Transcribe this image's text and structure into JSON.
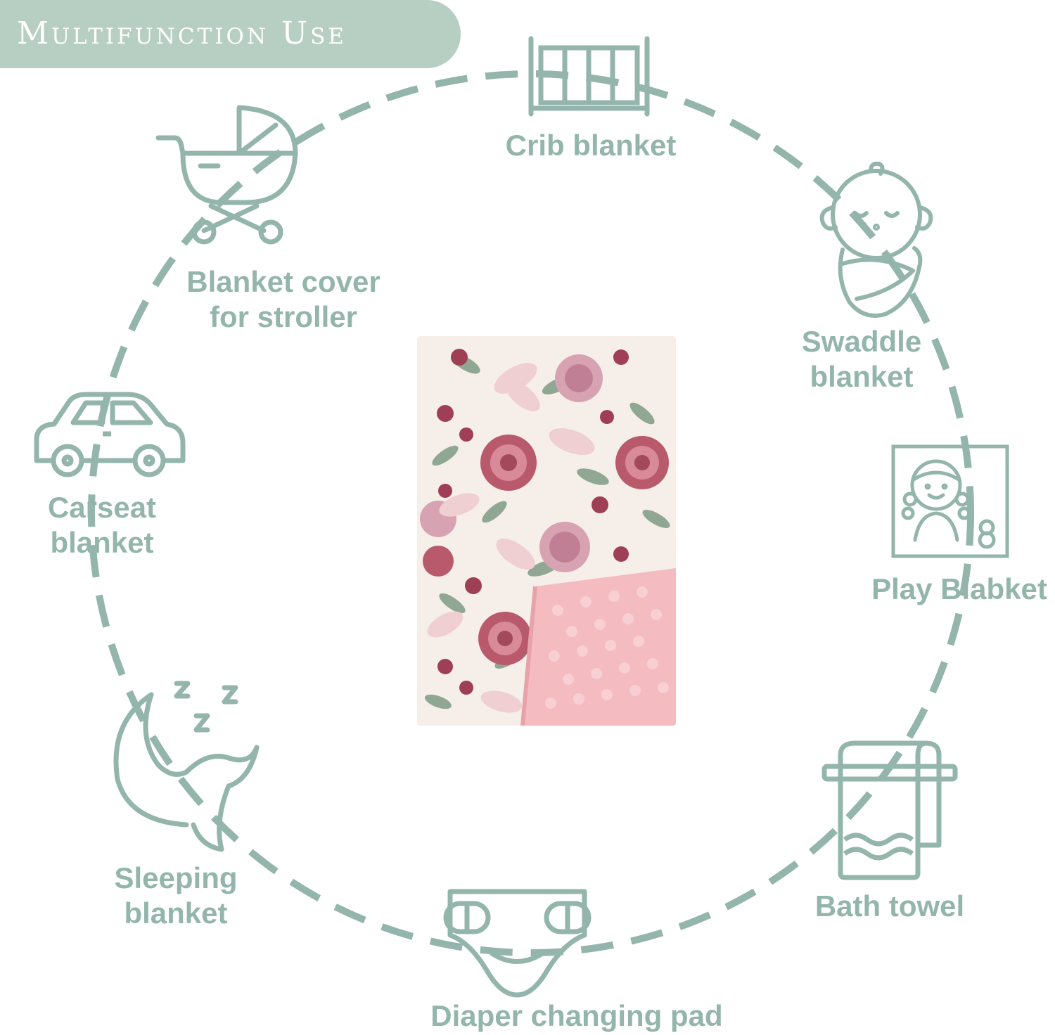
{
  "banner": {
    "title": "Multifunction Use"
  },
  "colors": {
    "accent": "#93b5ab",
    "banner": "#b7cfc3",
    "blanket_pink": "#f4bcc0",
    "blanket_rose": "#b85a6c",
    "blanket_leaf": "#7f9b86"
  },
  "uses": [
    {
      "icon": "crib-icon",
      "lines": [
        "Crib blanket"
      ]
    },
    {
      "icon": "swaddled-baby-icon",
      "lines": [
        "Swaddle",
        "blanket"
      ]
    },
    {
      "icon": "play-mat-girl-icon",
      "lines": [
        "Play Blabket"
      ]
    },
    {
      "icon": "towel-icon",
      "lines": [
        "Bath towel"
      ]
    },
    {
      "icon": "diaper-icon",
      "lines": [
        "Diaper changing pad"
      ]
    },
    {
      "icon": "moon-sleep-icon",
      "lines": [
        "Sleeping",
        "blanket"
      ]
    },
    {
      "icon": "car-icon",
      "lines": [
        "Carseat",
        "blanket"
      ]
    },
    {
      "icon": "stroller-icon",
      "lines": [
        "Blanket cover",
        "for stroller"
      ]
    }
  ]
}
